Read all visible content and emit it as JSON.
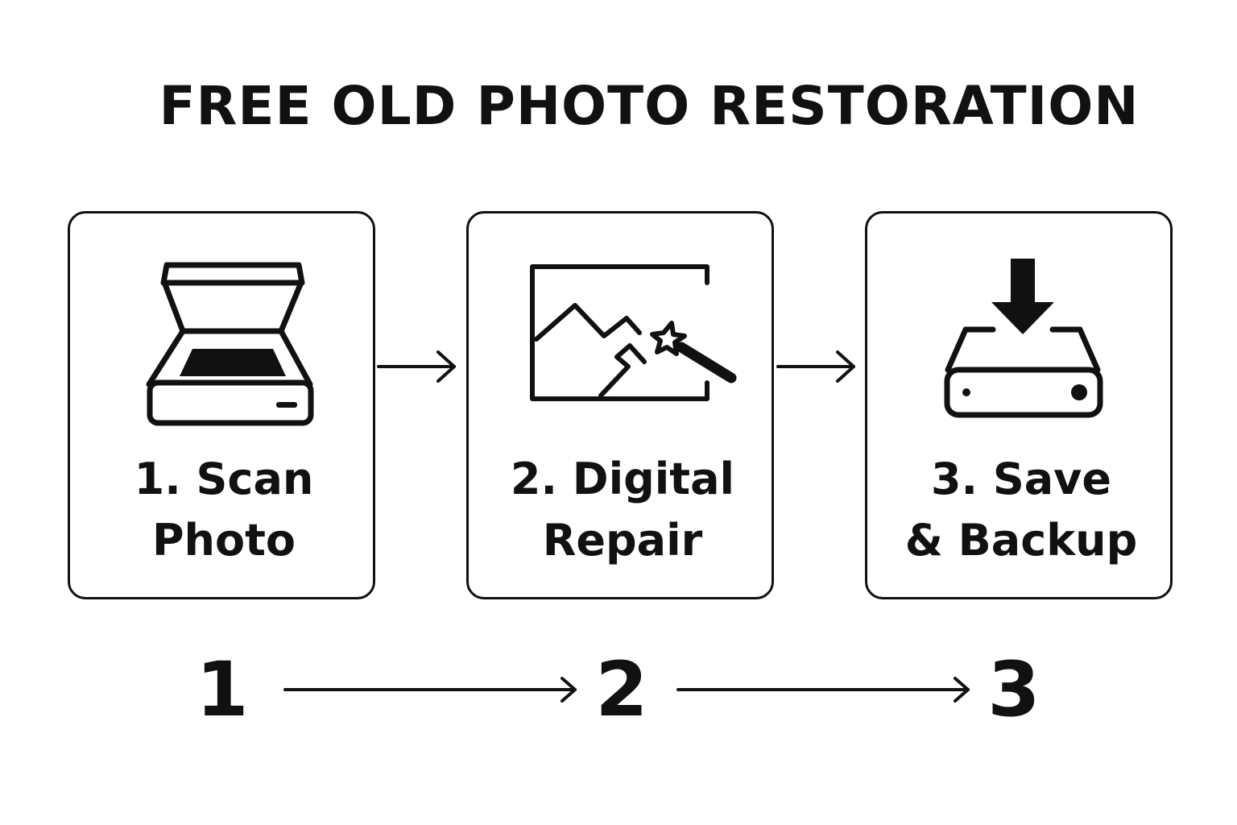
{
  "title": "FREE OLD PHOTO RESTORATION",
  "steps": [
    {
      "line1": "1. Scan",
      "line2": "Photo",
      "icon": "scanner-icon"
    },
    {
      "line1": "2. Digital",
      "line2": "Repair",
      "icon": "photo-magic-wand-icon"
    },
    {
      "line1": "3. Save",
      "line2": "& Backup",
      "icon": "download-drive-icon"
    }
  ],
  "numbers": [
    "1",
    "2",
    "3"
  ],
  "colors": {
    "ink": "#111111",
    "background": "#ffffff"
  }
}
